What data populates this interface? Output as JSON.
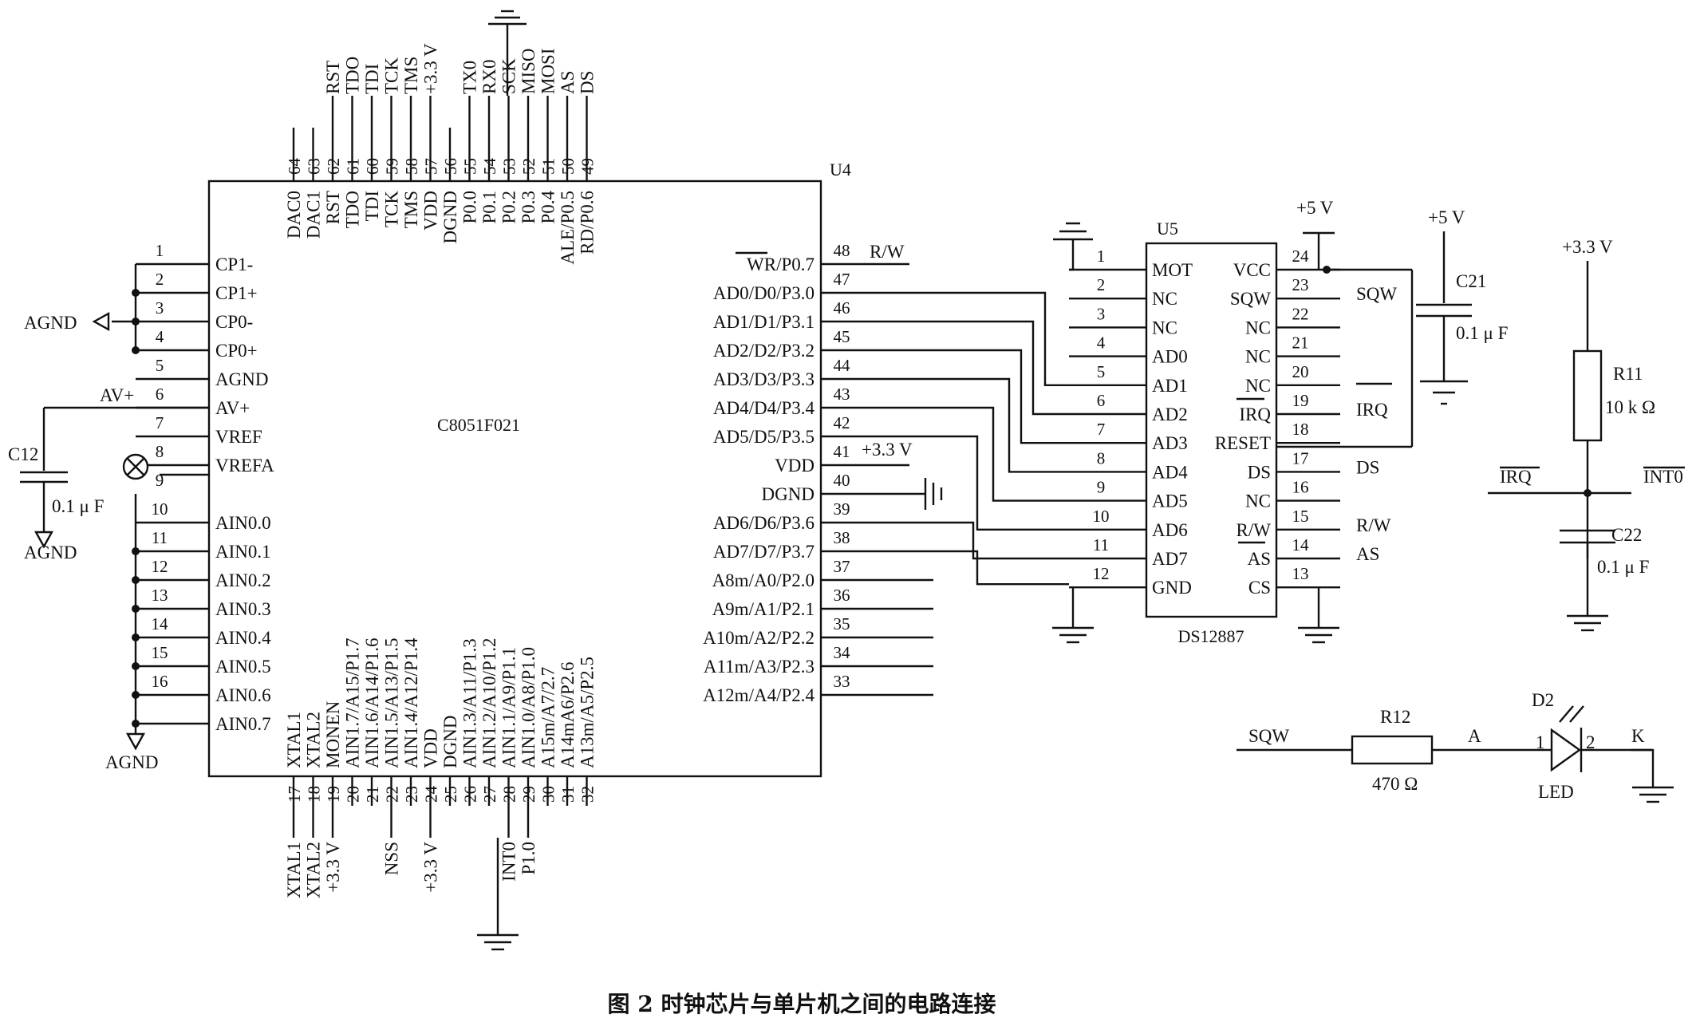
{
  "caption": "图 2 时钟芯片与单片机之间的电路连接",
  "u4": {
    "ref": "U4",
    "name": "C8051F021",
    "left_pins": [
      {
        "num": "1",
        "label": "CP1-"
      },
      {
        "num": "2",
        "label": "CP1+"
      },
      {
        "num": "3",
        "label": "CP0-"
      },
      {
        "num": "4",
        "label": "CP0+"
      },
      {
        "num": "5",
        "label": "AGND"
      },
      {
        "num": "6",
        "label": "AV+"
      },
      {
        "num": "7",
        "label": "VREF"
      },
      {
        "num": "8",
        "label": "VREFA"
      },
      {
        "num": "9",
        "label": ""
      },
      {
        "num": "10",
        "label": "AIN0.0"
      },
      {
        "num": "11",
        "label": "AIN0.1"
      },
      {
        "num": "12",
        "label": "AIN0.2"
      },
      {
        "num": "13",
        "label": "AIN0.3"
      },
      {
        "num": "14",
        "label": "AIN0.4"
      },
      {
        "num": "15",
        "label": "AIN0.5"
      },
      {
        "num": "16",
        "label": "AIN0.6"
      },
      {
        "num": "",
        "label": "AIN0.7"
      }
    ],
    "right_pins": [
      {
        "num": "48",
        "label": "WR/P0.7",
        "net": "R/W"
      },
      {
        "num": "47",
        "label": "AD0/D0/P3.0",
        "net": ""
      },
      {
        "num": "46",
        "label": "AD1/D1/P3.1",
        "net": ""
      },
      {
        "num": "45",
        "label": "AD2/D2/P3.2",
        "net": ""
      },
      {
        "num": "44",
        "label": "AD3/D3/P3.3",
        "net": ""
      },
      {
        "num": "43",
        "label": "AD4/D4/P3.4",
        "net": ""
      },
      {
        "num": "42",
        "label": "AD5/D5/P3.5",
        "net": ""
      },
      {
        "num": "41",
        "label": "VDD",
        "net": "+3.3 V"
      },
      {
        "num": "40",
        "label": "DGND",
        "net": ""
      },
      {
        "num": "39",
        "label": "AD6/D6/P3.6",
        "net": ""
      },
      {
        "num": "38",
        "label": "AD7/D7/P3.7",
        "net": ""
      },
      {
        "num": "37",
        "label": "A8m/A0/P2.0",
        "net": ""
      },
      {
        "num": "36",
        "label": "A9m/A1/P2.1",
        "net": ""
      },
      {
        "num": "35",
        "label": "A10m/A2/P2.2",
        "net": ""
      },
      {
        "num": "34",
        "label": "A11m/A3/P2.3",
        "net": ""
      },
      {
        "num": "33",
        "label": "A12m/A4/P2.4",
        "net": ""
      }
    ],
    "top_pins": [
      {
        "num": "64",
        "label": "DAC0",
        "net": ""
      },
      {
        "num": "63",
        "label": "DAC1",
        "net": ""
      },
      {
        "num": "62",
        "label": "RST",
        "net": "RST"
      },
      {
        "num": "61",
        "label": "TDO",
        "net": "TDO"
      },
      {
        "num": "60",
        "label": "TDI",
        "net": "TDI"
      },
      {
        "num": "59",
        "label": "TCK",
        "net": "TCK"
      },
      {
        "num": "58",
        "label": "TMS",
        "net": "TMS"
      },
      {
        "num": "57",
        "label": "VDD",
        "net": "+3.3 V"
      },
      {
        "num": "56",
        "label": "DGND",
        "net": ""
      },
      {
        "num": "55",
        "label": "P0.0",
        "net": "TX0"
      },
      {
        "num": "54",
        "label": "P0.1",
        "net": "RX0"
      },
      {
        "num": "53",
        "label": "P0.2",
        "net": "SCK"
      },
      {
        "num": "52",
        "label": "P0.3",
        "net": "MISO"
      },
      {
        "num": "51",
        "label": "P0.4",
        "net": "MOSI"
      },
      {
        "num": "50",
        "label": "ALE/P0.5",
        "net": "AS"
      },
      {
        "num": "49",
        "label": "RD/P0.6",
        "net": "DS"
      }
    ],
    "bottom_pins": [
      {
        "num": "17",
        "label": "XTAL1",
        "net": "XTAL1"
      },
      {
        "num": "18",
        "label": "XTAL2",
        "net": "XTAL2"
      },
      {
        "num": "19",
        "label": "MONEN",
        "net": "+3.3 V"
      },
      {
        "num": "20",
        "label": "AIN1.7/A15/P1.7",
        "net": ""
      },
      {
        "num": "21",
        "label": "AIN1.6/A14/P1.6",
        "net": ""
      },
      {
        "num": "22",
        "label": "AIN1.5/A13/P1.5",
        "net": "NSS"
      },
      {
        "num": "23",
        "label": "AIN1.4/A12/P1.4",
        "net": ""
      },
      {
        "num": "24",
        "label": "VDD",
        "net": "+3.3 V"
      },
      {
        "num": "25",
        "label": "DGND",
        "net": ""
      },
      {
        "num": "26",
        "label": "AIN1.3/A11/P1.3",
        "net": ""
      },
      {
        "num": "27",
        "label": "AIN1.2/A10/P1.2",
        "net": ""
      },
      {
        "num": "28",
        "label": "AIN1.1/A9/P1.1",
        "net": "INT0"
      },
      {
        "num": "29",
        "label": "AIN1.0/A8/P1.0",
        "net": "P1.0"
      },
      {
        "num": "30",
        "label": "A15m/A7/2.7",
        "net": ""
      },
      {
        "num": "31",
        "label": "A14mA6/P2.6",
        "net": ""
      },
      {
        "num": "32",
        "label": "A13m/A5/P2.5",
        "net": ""
      }
    ],
    "left_nets": {
      "agnd1": "AGND",
      "avplus": "AV+",
      "agnd2": "AGND",
      "agnd3": "AGND"
    }
  },
  "c12": {
    "ref": "C12",
    "value": "0.1 μ F"
  },
  "u5": {
    "ref": "U5",
    "name": "DS12887",
    "left_pins": [
      {
        "num": "1",
        "label": "MOT"
      },
      {
        "num": "2",
        "label": "NC"
      },
      {
        "num": "3",
        "label": "NC"
      },
      {
        "num": "4",
        "label": "AD0"
      },
      {
        "num": "5",
        "label": "AD1"
      },
      {
        "num": "6",
        "label": "AD2"
      },
      {
        "num": "7",
        "label": "AD3"
      },
      {
        "num": "8",
        "label": "AD4"
      },
      {
        "num": "9",
        "label": "AD5"
      },
      {
        "num": "10",
        "label": "AD6"
      },
      {
        "num": "11",
        "label": "AD7"
      },
      {
        "num": "12",
        "label": "GND"
      }
    ],
    "right_pins": [
      {
        "num": "24",
        "label": "VCC",
        "net": ""
      },
      {
        "num": "23",
        "label": "SQW",
        "net": "SQW"
      },
      {
        "num": "22",
        "label": "NC",
        "net": ""
      },
      {
        "num": "21",
        "label": "NC",
        "net": ""
      },
      {
        "num": "20",
        "label": "NC",
        "net": ""
      },
      {
        "num": "19",
        "label": "IRQ",
        "net": "IRQ"
      },
      {
        "num": "18",
        "label": "RESET",
        "net": ""
      },
      {
        "num": "17",
        "label": "DS",
        "net": "DS"
      },
      {
        "num": "16",
        "label": "NC",
        "net": ""
      },
      {
        "num": "15",
        "label": "R/W",
        "net": "R/W"
      },
      {
        "num": "14",
        "label": "AS",
        "net": "AS"
      },
      {
        "num": "13",
        "label": "CS",
        "net": ""
      }
    ],
    "vcc_net": "+5 V"
  },
  "c21": {
    "ref": "C21",
    "value": "0.1 μ F",
    "net": "+5 V"
  },
  "r11": {
    "ref": "R11",
    "value": "10 k Ω",
    "net": "+3.3 V"
  },
  "irq_net": {
    "left": "IRQ",
    "right": "INT0"
  },
  "c22": {
    "ref": "C22",
    "value": "0.1 μ F"
  },
  "led_circuit": {
    "input": "SQW",
    "r_ref": "R12",
    "r_value": "470 Ω",
    "node_a": "A",
    "pin1": "1",
    "pin2": "2",
    "d_ref": "D2",
    "d_label": "LED",
    "node_k": "K"
  }
}
